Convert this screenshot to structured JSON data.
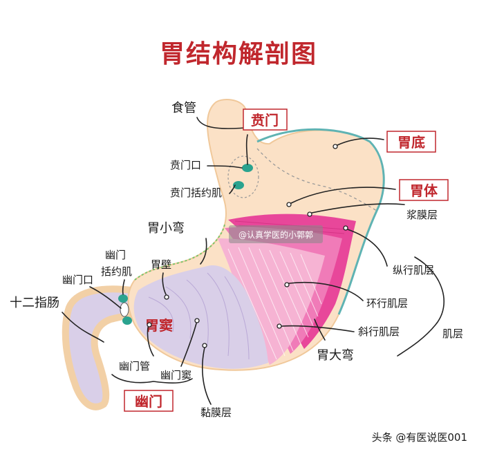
{
  "title": "胃结构解剖图",
  "labels": {
    "esophagus": "食管",
    "cardia": "贲门",
    "fundus": "胃底",
    "body": "胃体",
    "cardiac_orifice": "贲门口",
    "cardiac_sphincter": "贲门括约肌",
    "serosa": "浆膜层",
    "lesser_curvature": "胃小弯",
    "longitudinal": "纵行肌层",
    "pyloric_sphincter_1": "幽门",
    "pyloric_sphincter_2": "括约肌",
    "pyloric_orifice": "幽门口",
    "duodenum": "十二指肠",
    "stomach_wall": "胃壁",
    "antrum": "胃窦",
    "circular": "环行肌层",
    "oblique": "斜行肌层",
    "muscle_layer": "肌层",
    "greater_curvature": "胃大弯",
    "pyloric_canal": "幽门管",
    "pyloric_antrum": "幽门窦",
    "pylorus": "幽门",
    "mucosa": "黏膜层"
  },
  "watermark": "@认真学医的小郭郭",
  "credit": "头条 @有医说医001",
  "colors": {
    "title_red": "#c0272d",
    "stomach_fill": "#fbe1c6",
    "serosa_outline": "#5fb3b3",
    "muscle_pink": "#e8479a",
    "mucosa_lilac": "#d9cfe8",
    "pylorus_green": "#2aa38f"
  }
}
